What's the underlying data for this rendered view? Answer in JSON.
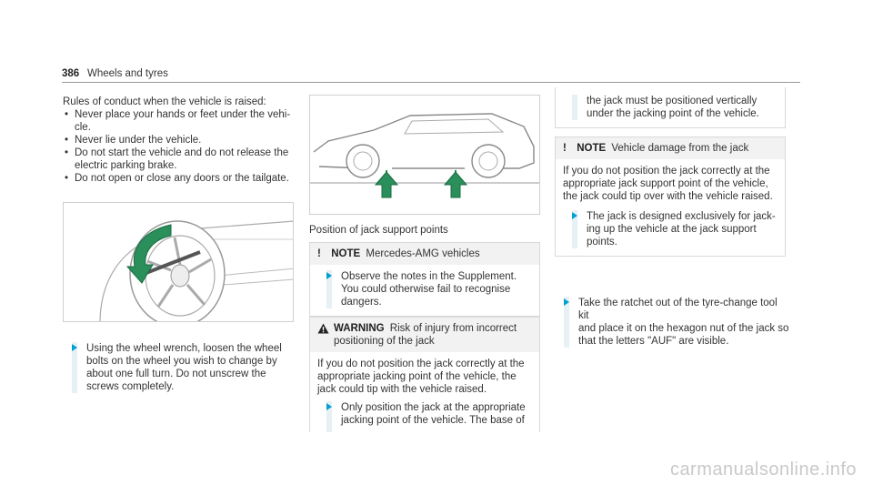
{
  "header": {
    "page_number": "386",
    "title": "Wheels and tyres"
  },
  "col1": {
    "intro": "Rules of conduct when the vehicle is raised:",
    "bullets": [
      "Never place your hands or feet under the vehi-",
      "cle.",
      "Never lie under the vehicle.",
      "Do not start the vehicle and do not release the",
      "electric parking brake.",
      "Do not open or close any doors or the tailgate."
    ],
    "step_lines": [
      "Using the wheel wrench, loosen the wheel",
      "bolts on the wheel you wish to change by",
      "about one full turn. Do not unscrew the",
      "screws completely."
    ]
  },
  "col2": {
    "caption": "Position of jack support points",
    "note1": {
      "tag": "NOTE",
      "title": "Mercedes-AMG vehicles",
      "step_lines": [
        "Observe the notes in the Supplement.",
        "You could otherwise fail to recognise",
        "dangers."
      ]
    },
    "warning": {
      "tag": "WARNING",
      "title_lines": [
        "Risk of injury from incorrect",
        "positioning of the jack"
      ],
      "body_lines": [
        "If you do not position the jack correctly at the",
        "appropriate jacking point of the vehicle, the",
        "jack could tip with the vehicle raised."
      ],
      "step_lines": [
        "Only position the jack at the appropriate",
        "jacking point of the vehicle. The base of"
      ]
    }
  },
  "col3": {
    "cont_lines": [
      "the jack must be positioned vertically",
      "under the jacking point of the vehicle."
    ],
    "note2": {
      "tag": "NOTE",
      "title": "Vehicle damage from the jack",
      "body_lines": [
        "If you do not position the jack correctly at the",
        "appropriate jack support point of the vehicle,",
        "the jack could tip over with the vehicle raised."
      ],
      "step_lines": [
        "The jack is designed exclusively for jack-",
        "ing up the vehicle at the jack support",
        "points."
      ]
    },
    "step_lines": [
      "Take the ratchet out of the tyre-change tool kit",
      "and place it on the hexagon nut of the jack so",
      "that the letters \"AUF\" are visible."
    ]
  },
  "footer": {
    "watermark": "carmanualsonline.info"
  },
  "colors": {
    "accent": "#00a0d2",
    "arrow_green": "#2a8f5a",
    "note_bg": "#f2f2f2"
  }
}
